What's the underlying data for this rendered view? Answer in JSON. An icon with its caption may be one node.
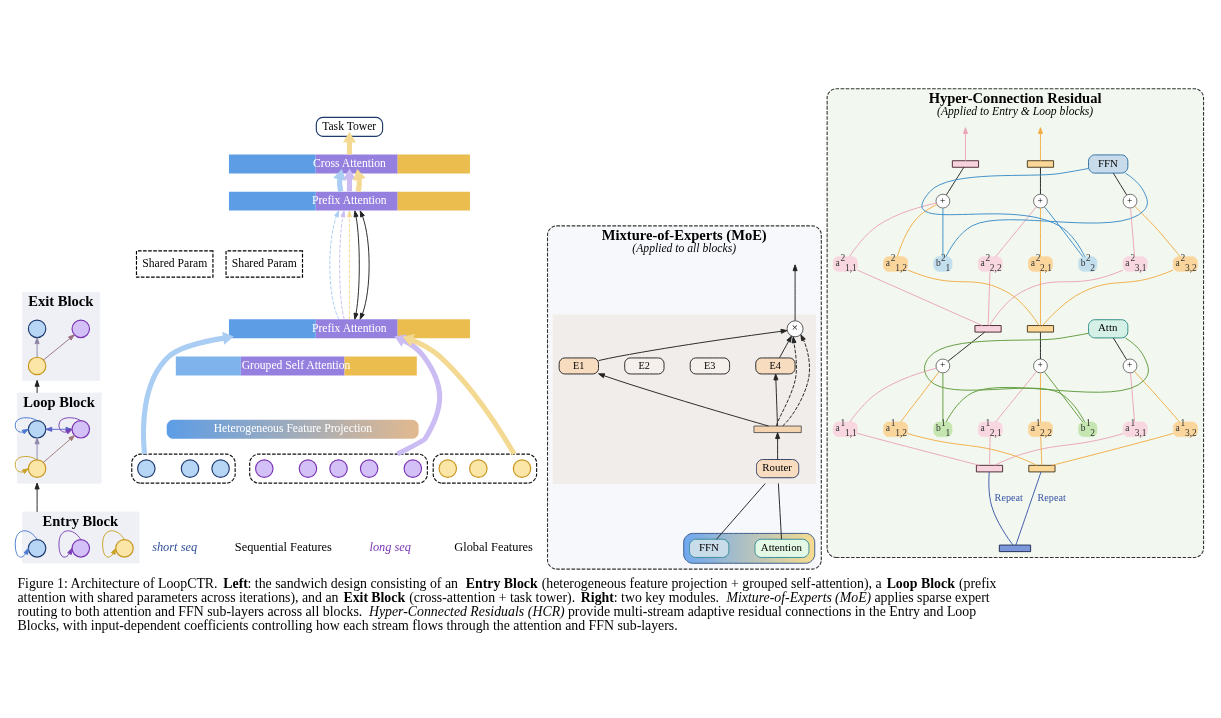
{
  "diagram": {
    "caption": "Figure 1: Architecture of LoopCTR. **Left**: the sandwich design consisting of an **Entry Block** (heterogeneous feature projection + grouped self-attention), a **Loop Block** (prefix attention with shared parameters across iterations), and an **Exit Block** (cross-attention + task tower). **Right**: two key modules. *Mixture-of-Experts (MoE)* applies sparse expert routing to both attention and FFN sub-layers across all blocks. *Hyper-Connected Residuals (HCR)* provide multi-stream adaptive residual connections in the Entry and Loop Blocks, with input-dependent coefficients controlling how each stream flows through the attention and FFN sub-layers.",
    "nodes": [
      {
        "text": [
          "Exit Block"
        ]
      },
      {
        "text": [],
        "shape": "circle",
        "in": 0
      },
      {
        "text": [],
        "shape": "circle",
        "in": 0
      },
      {
        "text": [],
        "shape": "circle",
        "in": 0
      },
      {
        "text": [
          "Loop Block"
        ]
      },
      {
        "text": [],
        "shape": "circle",
        "in": 4
      },
      {
        "text": [],
        "shape": "circle",
        "in": 4
      },
      {
        "text": [],
        "shape": "circle",
        "in": 4
      },
      {
        "text": [
          "Entry Block"
        ]
      },
      {
        "text": [],
        "shape": "circle",
        "in": 8
      },
      {
        "text": [],
        "shape": "circle",
        "in": 8
      },
      {
        "text": [],
        "shape": "circle",
        "in": 8
      },
      {
        "text": [
          "Task Tower"
        ]
      },
      {
        "text": [
          "Cross Attention"
        ]
      },
      {
        "text": [
          "Prefix Attention"
        ]
      },
      {
        "text": [
          "Shared Param"
        ]
      },
      {
        "text": [
          "Shared Param"
        ]
      },
      {
        "text": [
          "Prefix Attention"
        ]
      },
      {
        "text": [
          "Grouped Self Attention"
        ]
      },
      {
        "text": [
          "Heterogeneous Feature Projection"
        ]
      },
      {
        "text": [],
        "shape": "box"
      },
      {
        "text": [],
        "shape": "circle",
        "in": 20
      },
      {
        "text": [],
        "shape": "circle",
        "in": 20
      },
      {
        "text": [],
        "shape": "circle",
        "in": 20
      },
      {
        "text": [],
        "shape": "box"
      },
      {
        "text": [],
        "shape": "circle",
        "in": 24
      },
      {
        "text": [],
        "shape": "circle",
        "in": 24
      },
      {
        "text": [],
        "shape": "circle",
        "in": 24
      },
      {
        "text": [],
        "shape": "circle",
        "in": 24
      },
      {
        "text": [],
        "shape": "circle",
        "in": 24
      },
      {
        "text": [],
        "shape": "box"
      },
      {
        "text": [],
        "shape": "circle",
        "in": 30
      },
      {
        "text": [],
        "shape": "circle",
        "in": 30
      },
      {
        "text": [],
        "shape": "circle",
        "in": 30
      },
      {
        "text": [
          "Mixture-of-Experts (MoE)",
          "(Applied to all blocks)"
        ]
      },
      {
        "text": [],
        "shape": "box",
        "in": 34
      },
      {
        "text": [
          "Attention"
        ],
        "in": 35
      },
      {
        "text": [
          "FFN"
        ],
        "in": 35
      },
      {
        "text": [],
        "shape": "box",
        "in": 34
      },
      {
        "text": [
          "Router"
        ],
        "in": 38
      },
      {
        "text": [],
        "shape": "bar",
        "in": 38
      },
      {
        "text": [
          "E1"
        ],
        "in": 38
      },
      {
        "text": [
          "E2"
        ],
        "in": 38
      },
      {
        "text": [
          "E3"
        ],
        "in": 38
      },
      {
        "text": [
          "E4"
        ],
        "in": 38
      },
      {
        "text": [
          "×"
        ],
        "in": 38
      },
      {
        "text": [
          "Hyper-Connection Residual",
          "(Applied to Entry & Loop blocks)"
        ]
      },
      {
        "text": [],
        "shape": "bar",
        "in": 46
      },
      {
        "text": [],
        "shape": "bar",
        "in": 46
      },
      {
        "text": [],
        "shape": "bar",
        "in": 46
      },
      {
        "text": [
          "a$^{1}$$_{1,1}$"
        ],
        "in": 46
      },
      {
        "text": [
          "a$^{1}$$_{1,2}$"
        ],
        "in": 46
      },
      {
        "text": [
          "a$^{1}$$_{2,1}$"
        ],
        "in": 46
      },
      {
        "text": [
          "a$^{1}$$_{2,2}$"
        ],
        "in": 46
      },
      {
        "text": [
          "a$^{1}$$_{3,1}$"
        ],
        "in": 46
      },
      {
        "text": [
          "a$^{1}$$_{3,2}$"
        ],
        "in": 46
      },
      {
        "text": [
          "+"
        ],
        "in": 46
      },
      {
        "text": [
          "+"
        ],
        "in": 46
      },
      {
        "text": [
          "b$^{1}$$_{1}$"
        ],
        "in": 46
      },
      {
        "text": [
          "b$^{1}$$_{2}$"
        ],
        "in": 46
      },
      {
        "text": [
          "+"
        ],
        "in": 46
      },
      {
        "text": [
          "Attn"
        ],
        "in": 46
      },
      {
        "text": [],
        "shape": "bar",
        "in": 46
      },
      {
        "text": [],
        "shape": "bar",
        "in": 46
      },
      {
        "text": [
          "a$^{2}$$_{1,1}$"
        ],
        "in": 46
      },
      {
        "text": [
          "a$^{2}$$_{1,2}$"
        ],
        "in": 46
      },
      {
        "text": [
          "a$^{2}$$_{2,2}$"
        ],
        "in": 46
      },
      {
        "text": [
          "a$^{2}$$_{2,1}$"
        ],
        "in": 46
      },
      {
        "text": [
          "a$^{2}$$_{3,1}$"
        ],
        "in": 46
      },
      {
        "text": [
          "a$^{2}$$_{3,2}$"
        ],
        "in": 46
      },
      {
        "text": [
          "+"
        ],
        "in": 46
      },
      {
        "text": [
          "+"
        ],
        "in": 46
      },
      {
        "text": [
          "b$^{2}$$_{1}$"
        ],
        "in": 46
      },
      {
        "text": [
          "b$^{2}$$_{2}$"
        ],
        "in": 46
      },
      {
        "text": [
          "+"
        ],
        "in": 46
      },
      {
        "text": [
          "FFN"
        ],
        "in": 46
      },
      {
        "text": [],
        "shape": "bar",
        "in": 46
      },
      {
        "text": [],
        "shape": "bar",
        "in": 46
      }
    ],
    "edges": [
      {
        "from": 2,
        "to": 1,
        "arrow": "to",
        "color": "#8e86a6"
      },
      {
        "from": 2,
        "to": 3,
        "arrow": "to",
        "color": "#9b6f86"
      },
      {
        "from": 8,
        "to": 4,
        "arrow": "to"
      },
      {
        "from": 4,
        "to": 0,
        "arrow": "to"
      },
      {
        "from": 5,
        "to": 5,
        "arrow": "to",
        "color": "#4a7bd0"
      },
      {
        "from": 6,
        "to": 6,
        "arrow": "to",
        "color": "#7b3fb5"
      },
      {
        "from": 7,
        "to": 7,
        "arrow": "to",
        "color": "#c9a227"
      },
      {
        "from": 5,
        "to": 6,
        "arrow": "both",
        "color": "#5a62c8"
      },
      {
        "from": 7,
        "to": 6,
        "arrow": "to",
        "color": "#a07a78"
      },
      {
        "from": 7,
        "to": 5,
        "arrow": "to",
        "color": "#8f86a8"
      },
      {
        "from": 9,
        "to": 9,
        "arrow": "to",
        "color": "#4a7bd0"
      },
      {
        "from": 10,
        "to": 10,
        "arrow": "to",
        "color": "#7b3fb5"
      },
      {
        "from": 11,
        "to": 11,
        "arrow": "to",
        "color": "#c9a227"
      },
      {
        "from": 20,
        "to": 17,
        "arrow": "to",
        "style": "thick",
        "color": "#a9cdf3"
      },
      {
        "from": 24,
        "to": 17,
        "arrow": "to",
        "style": "thick",
        "color": "#cbbdf3"
      },
      {
        "from": 30,
        "to": 17,
        "arrow": "to",
        "style": "thick",
        "color": "#f3d992"
      },
      {
        "from": 17,
        "to": 14,
        "arrow": "to",
        "style": "dashed",
        "color": "#a9cdf3"
      },
      {
        "from": 17,
        "to": 14,
        "arrow": "to",
        "style": "dashed",
        "color": "#cbbdf3"
      },
      {
        "from": 17,
        "to": 14,
        "arrow": "to",
        "style": "dashed",
        "color": "#f3d992"
      },
      {
        "from": 17,
        "to": 14,
        "arrow": "both"
      },
      {
        "from": 17,
        "to": 14,
        "arrow": "both"
      },
      {
        "from": 14,
        "to": 13,
        "arrow": "to",
        "style": "thick",
        "color": "#a9cdf3"
      },
      {
        "from": 14,
        "to": 13,
        "arrow": "to",
        "style": "thick",
        "color": "#cbbdf3"
      },
      {
        "from": 14,
        "to": 13,
        "arrow": "to",
        "style": "thick",
        "color": "#f3d992"
      },
      {
        "from": 13,
        "to": 12,
        "arrow": "to",
        "style": "thick",
        "color": "#f3d992"
      },
      {
        "from": 36,
        "to": 38,
        "arrow": "none"
      },
      {
        "from": 37,
        "to": 38,
        "arrow": "none"
      },
      {
        "from": 39,
        "to": 40,
        "arrow": "to"
      },
      {
        "from": 40,
        "to": 41,
        "arrow": "to"
      },
      {
        "from": 40,
        "to": 44,
        "arrow": "to"
      },
      {
        "from": 41,
        "to": 45,
        "arrow": "to"
      },
      {
        "from": 44,
        "to": 45,
        "arrow": "to"
      },
      {
        "from": 40,
        "to": 45,
        "arrow": "to",
        "style": "dashed"
      },
      {
        "from": 40,
        "to": 45,
        "arrow": "to",
        "style": "dashed"
      },
      {
        "from": 45,
        "to": null,
        "arrow": "to"
      },
      {
        "from": 47,
        "to": 48,
        "arrow": "none",
        "label": "Repeat",
        "color": "#3b55a8"
      },
      {
        "from": 47,
        "to": 49,
        "arrow": "none",
        "label": "Repeat",
        "color": "#3b55a8"
      },
      {
        "from": 48,
        "to": 50,
        "arrow": "none",
        "color": "#eba3b8"
      },
      {
        "from": 48,
        "to": 52,
        "arrow": "none",
        "color": "#eba3b8"
      },
      {
        "from": 48,
        "to": 54,
        "arrow": "none",
        "color": "#eba3b8"
      },
      {
        "from": 49,
        "to": 51,
        "arrow": "none",
        "color": "#f2ac45"
      },
      {
        "from": 49,
        "to": 53,
        "arrow": "none",
        "color": "#f2ac45"
      },
      {
        "from": 49,
        "to": 55,
        "arrow": "none",
        "color": "#f2ac45"
      },
      {
        "from": 50,
        "to": 56,
        "arrow": "none",
        "color": "#eba3b8"
      },
      {
        "from": 51,
        "to": 56,
        "arrow": "none",
        "color": "#f2ac45"
      },
      {
        "from": 52,
        "to": 57,
        "arrow": "none",
        "color": "#eba3b8"
      },
      {
        "from": 53,
        "to": 57,
        "arrow": "none",
        "color": "#f2ac45"
      },
      {
        "from": 54,
        "to": 60,
        "arrow": "none",
        "color": "#eba3b8"
      },
      {
        "from": 55,
        "to": 60,
        "arrow": "none",
        "color": "#f2ac45"
      },
      {
        "from": 60,
        "to": 61,
        "arrow": "none"
      },
      {
        "from": 61,
        "to": 58,
        "arrow": "none",
        "color": "#5f9b3c"
      },
      {
        "from": 61,
        "to": 59,
        "arrow": "none",
        "color": "#5f9b3c"
      },
      {
        "from": 58,
        "to": 56,
        "arrow": "none",
        "color": "#5f9b3c"
      },
      {
        "from": 59,
        "to": 57,
        "arrow": "none",
        "color": "#5f9b3c"
      },
      {
        "from": 56,
        "to": 62,
        "arrow": "none"
      },
      {
        "from": 57,
        "to": 63,
        "arrow": "none"
      },
      {
        "from": 62,
        "to": 64,
        "arrow": "none",
        "color": "#eba3b8"
      },
      {
        "from": 62,
        "to": 66,
        "arrow": "none",
        "color": "#eba3b8"
      },
      {
        "from": 62,
        "to": 68,
        "arrow": "none",
        "color": "#eba3b8"
      },
      {
        "from": 63,
        "to": 65,
        "arrow": "none",
        "color": "#f2ac45"
      },
      {
        "from": 63,
        "to": 67,
        "arrow": "none",
        "color": "#f2ac45"
      },
      {
        "from": 63,
        "to": 69,
        "arrow": "none",
        "color": "#f2ac45"
      },
      {
        "from": 64,
        "to": 70,
        "arrow": "none",
        "color": "#eba3b8"
      },
      {
        "from": 65,
        "to": 70,
        "arrow": "none",
        "color": "#f2ac45"
      },
      {
        "from": 66,
        "to": 71,
        "arrow": "none",
        "color": "#eba3b8"
      },
      {
        "from": 67,
        "to": 71,
        "arrow": "none",
        "color": "#f2ac45"
      },
      {
        "from": 68,
        "to": 74,
        "arrow": "none",
        "color": "#eba3b8"
      },
      {
        "from": 69,
        "to": 74,
        "arrow": "none",
        "color": "#f2ac45"
      },
      {
        "from": 74,
        "to": 75,
        "arrow": "none"
      },
      {
        "from": 75,
        "to": 72,
        "arrow": "none",
        "color": "#3a8cc8"
      },
      {
        "from": 75,
        "to": 73,
        "arrow": "none",
        "color": "#3a8cc8"
      },
      {
        "from": 72,
        "to": 70,
        "arrow": "none",
        "color": "#3a8cc8"
      },
      {
        "from": 73,
        "to": 71,
        "arrow": "none",
        "color": "#3a8cc8"
      },
      {
        "from": 70,
        "to": 76,
        "arrow": "none"
      },
      {
        "from": 71,
        "to": 77,
        "arrow": "none"
      },
      {
        "from": 76,
        "to": null,
        "arrow": "to",
        "color": "#eba3b8"
      },
      {
        "from": 77,
        "to": null,
        "arrow": "to",
        "color": "#f2ac45"
      }
    ],
    "labels": [
      "short seq",
      "Sequential Features",
      "long seq",
      "Global Features"
    ]
  }
}
